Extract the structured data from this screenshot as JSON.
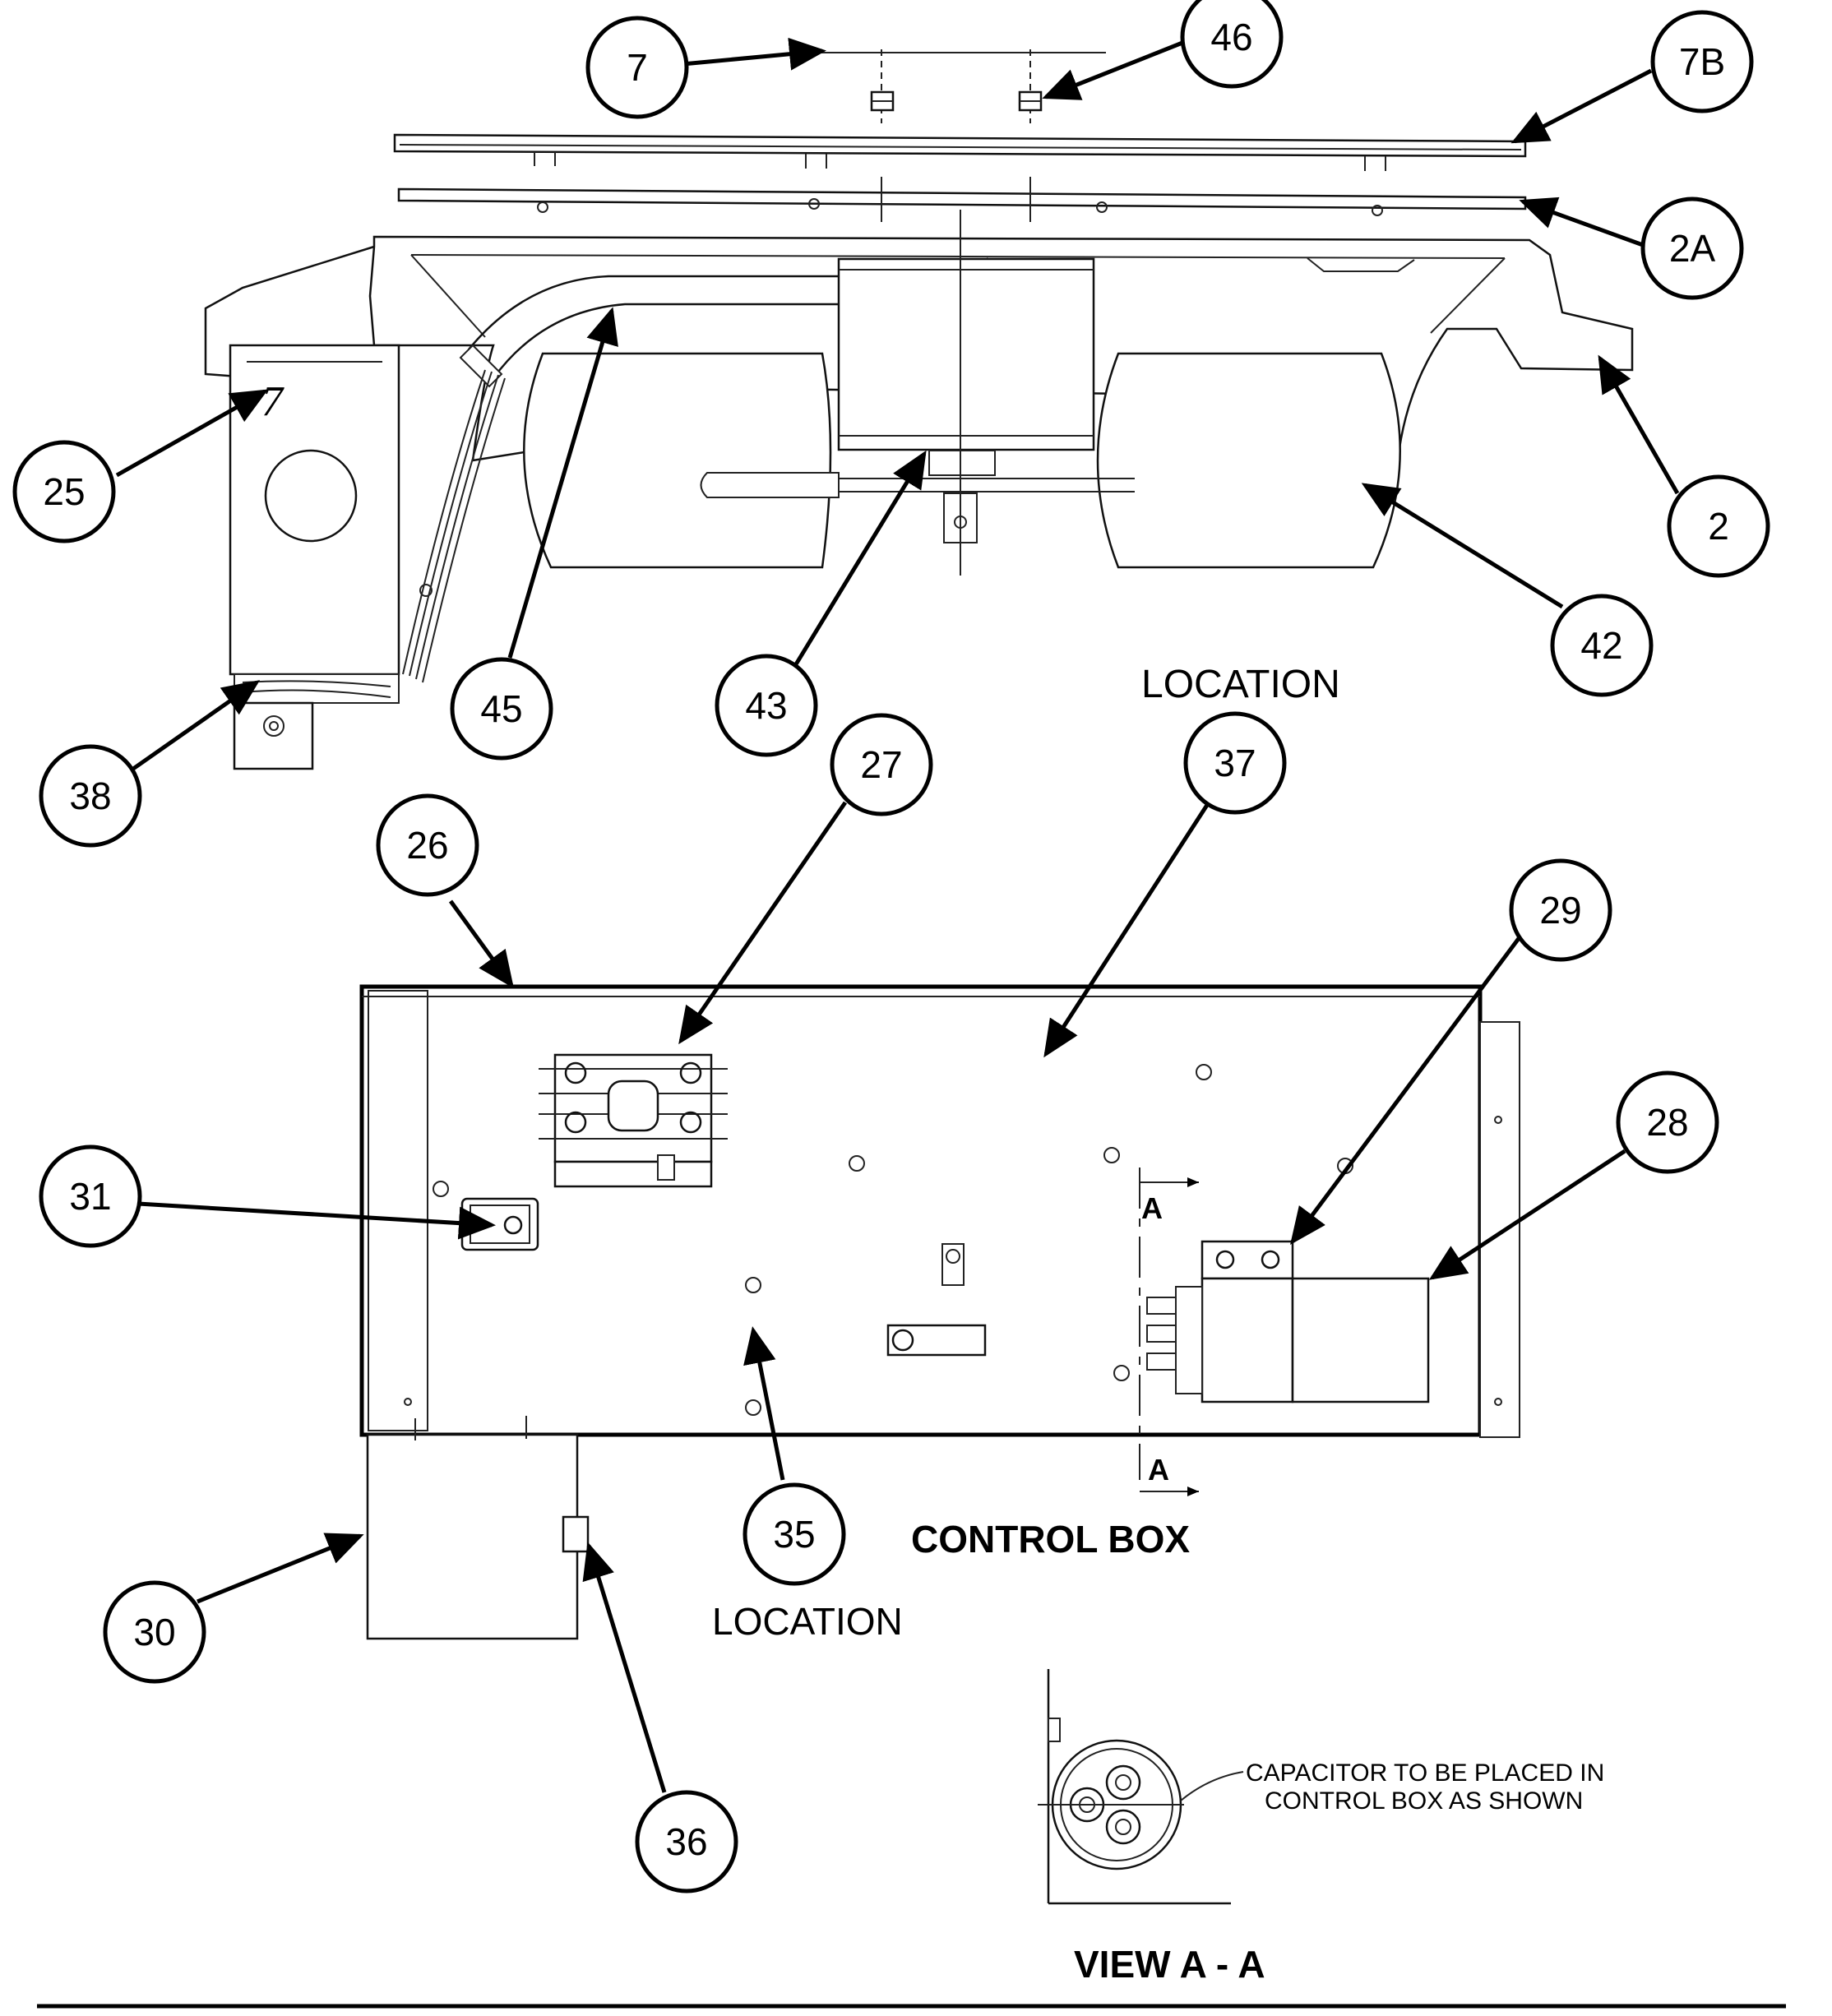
{
  "callouts": {
    "c7": "7",
    "c46": "46",
    "c7b": "7B",
    "c2a": "2A",
    "c2": "2",
    "c25": "25",
    "c45": "45",
    "c43": "43",
    "c42": "42",
    "c38": "38",
    "c27": "27",
    "c37": "37",
    "c26": "26",
    "c29": "29",
    "c28": "28",
    "c31": "31",
    "c35": "35",
    "c30": "30",
    "c36": "36"
  },
  "labels": {
    "location_top": "LOCATION",
    "location_bottom": "LOCATION",
    "control_box": "CONTROL BOX",
    "view_aa": "VIEW A - A",
    "capacitor_line1": "CAPACITOR TO BE PLACED IN",
    "capacitor_line2": "CONTROL BOX AS SHOWN",
    "section_mark_top": "A",
    "section_mark_bottom": "A",
    "handwritten_mark": "7"
  }
}
